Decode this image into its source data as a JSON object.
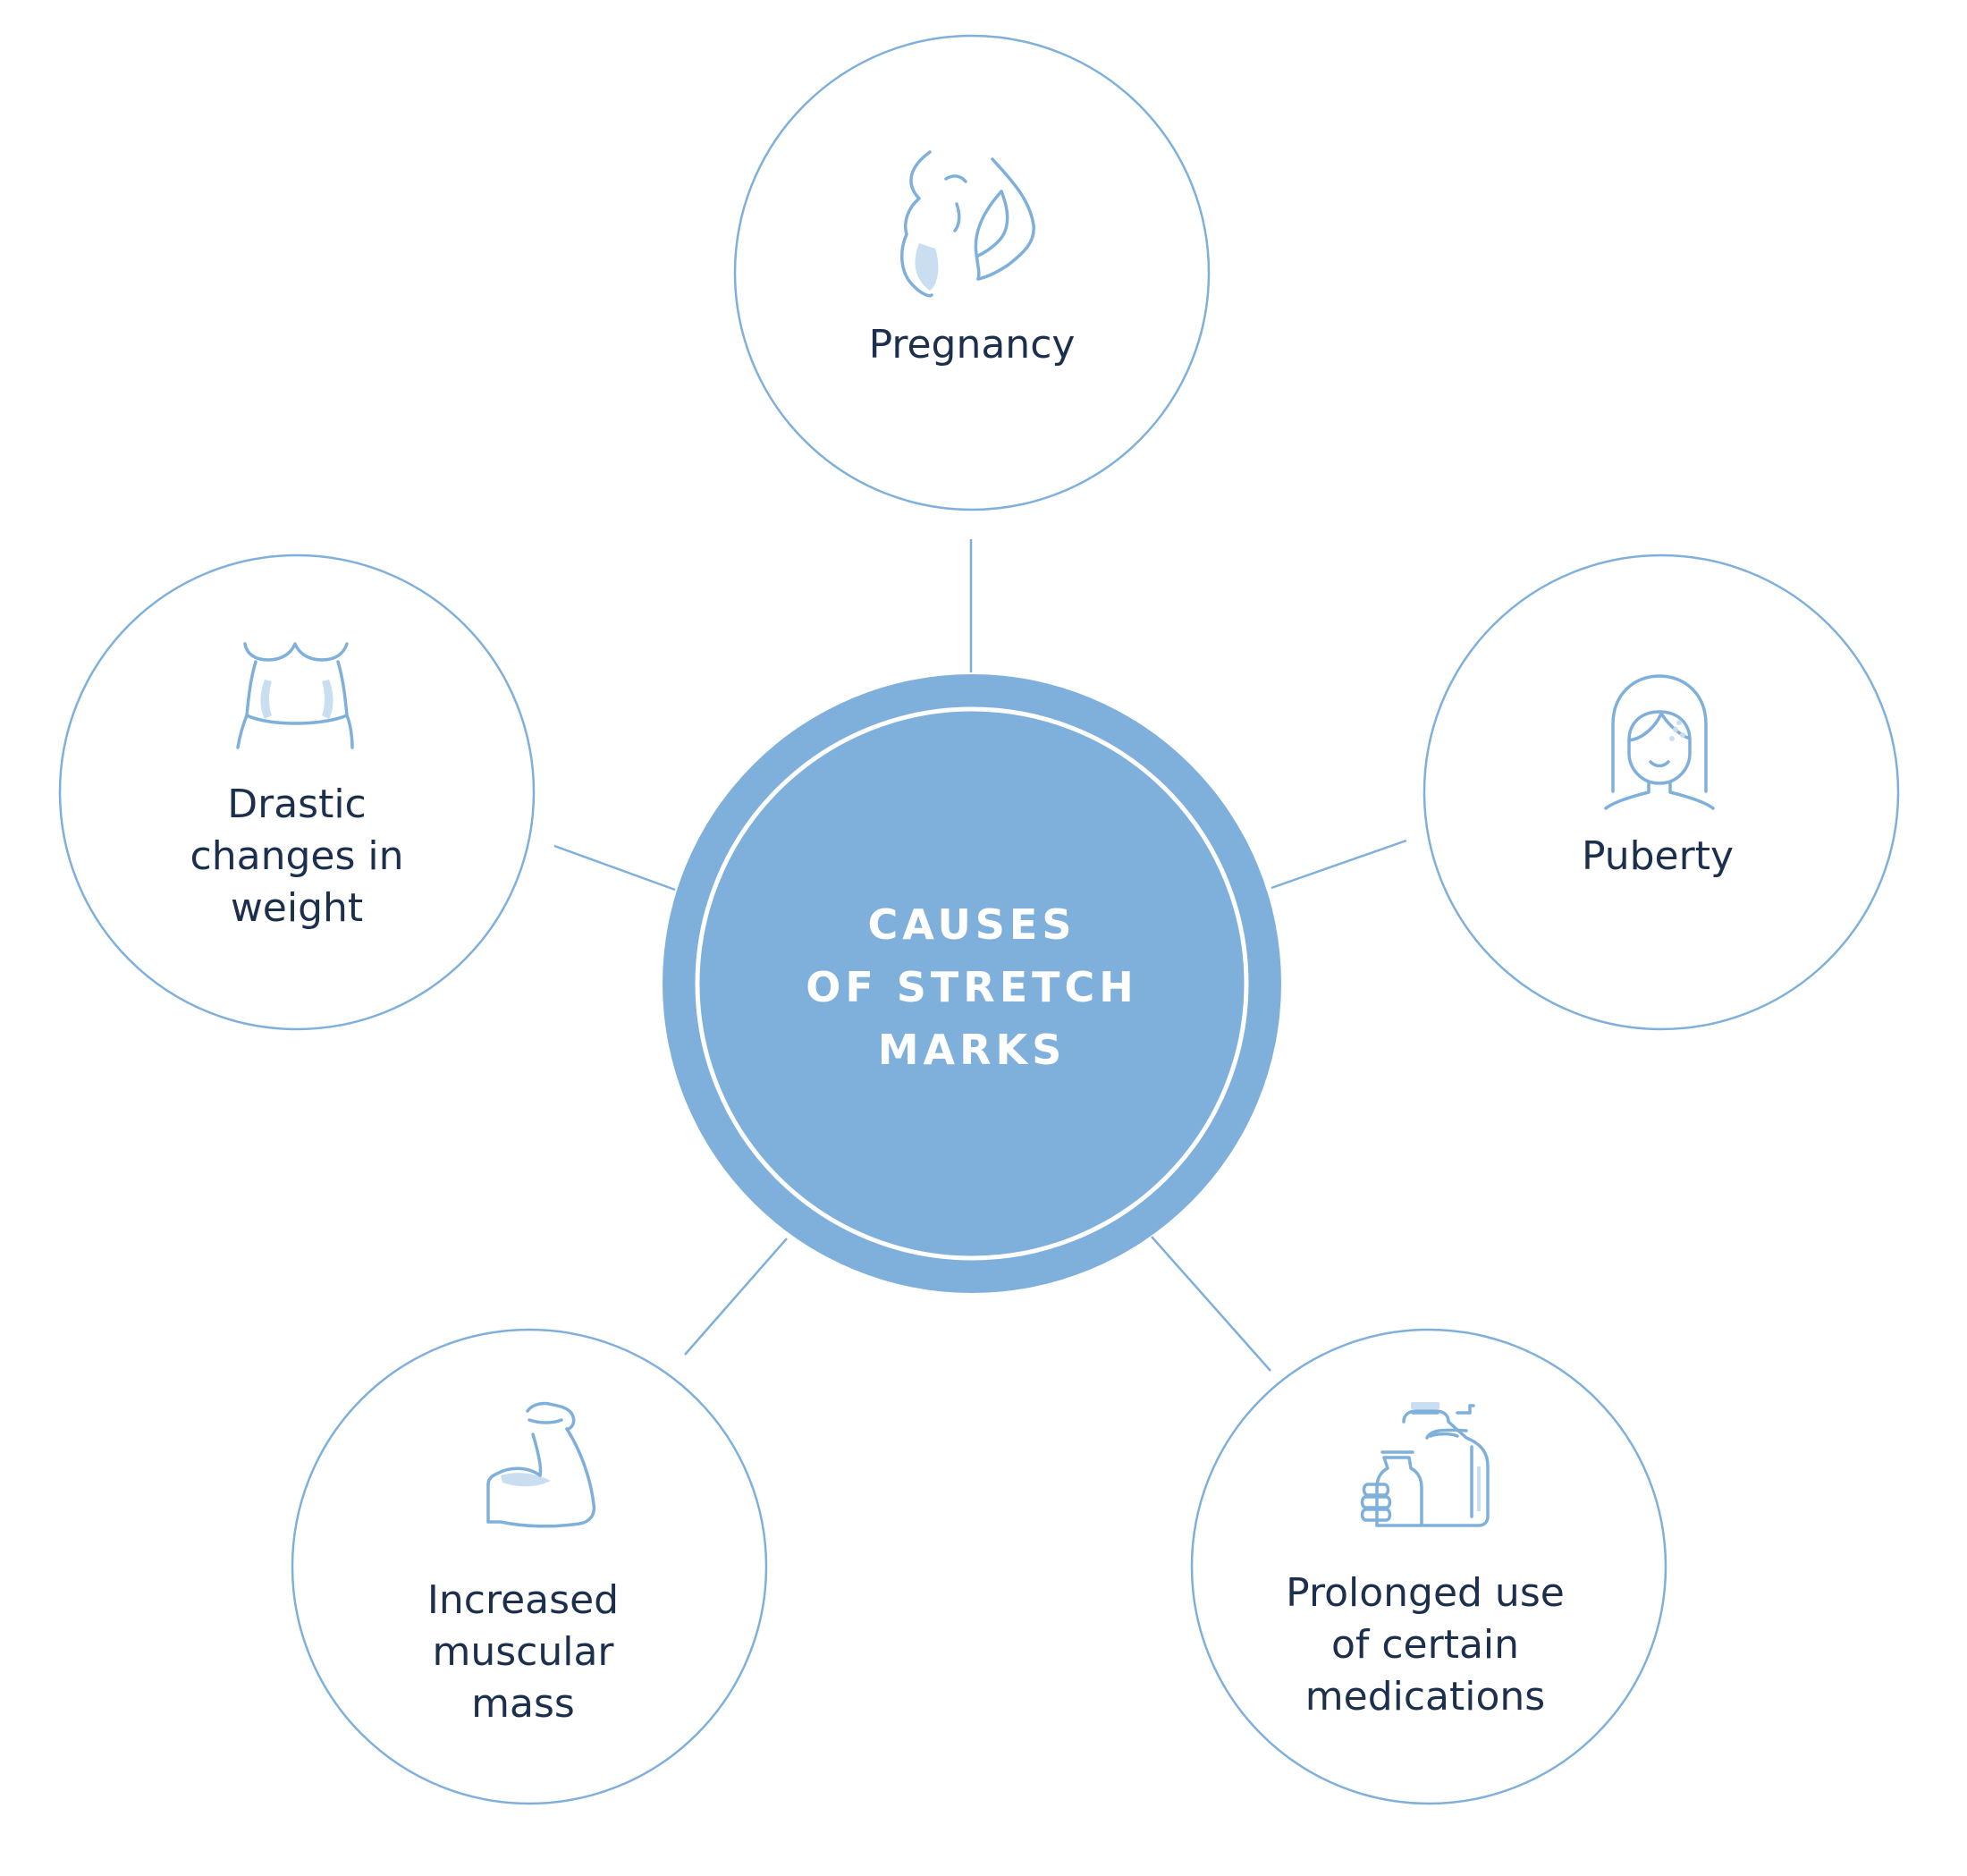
{
  "center": {
    "label": "CAUSES\nOF STRETCH\nMARKS"
  },
  "nodes": {
    "pregnancy": {
      "label": "Pregnancy",
      "icon": "pregnancy-icon"
    },
    "puberty": {
      "label": "Puberty",
      "icon": "girl-face-icon"
    },
    "weight": {
      "label": "Drastic\nchanges in\nweight",
      "icon": "waist-icon"
    },
    "muscle": {
      "label": "Increased\nmuscular\nmass",
      "icon": "flexed-arm-icon"
    },
    "medications": {
      "label": "Prolonged use\nof certain\nmedications",
      "icon": "medicine-bottles-icon"
    }
  },
  "colors": {
    "accent": "#7fb0db",
    "accent_light": "#c9def0",
    "text": "#1c2f4d",
    "background": "#ffffff"
  }
}
